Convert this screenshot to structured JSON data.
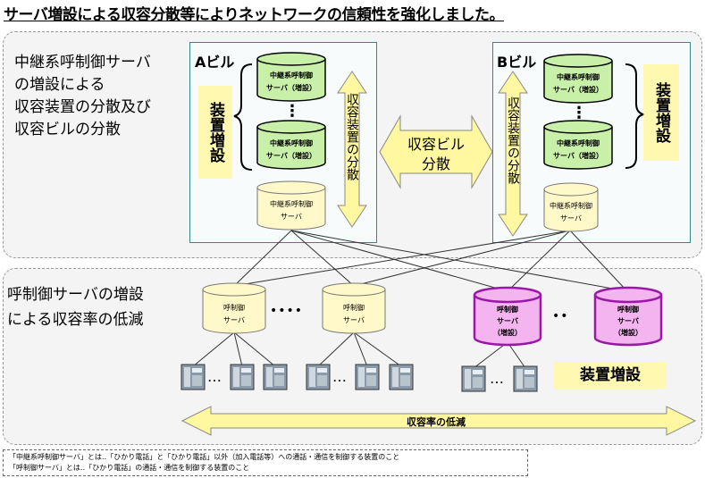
{
  "title": "サーバ増設による収容分散等によりネットワークの信頼性を強化しました。",
  "top_panel": {
    "description_lines": [
      "中継系呼制御サーバ",
      "の増設による",
      "収容装置の分散及び",
      "収容ビルの分散"
    ],
    "building_a": "Aビル",
    "building_b": "Bビル",
    "expansion_label": "装置増設",
    "added_server_line1": "中継系呼制御",
    "added_server_line2": "サーバ（増設）",
    "existing_server_line1": "中継系呼制御",
    "existing_server_line2": "サーバ",
    "vertical_arrow_label": "収容装置の分散",
    "center_arrow_line1": "収容ビル",
    "center_arrow_line2": "分散",
    "vertical_dots": "⋮"
  },
  "bottom_panel": {
    "description_lines": [
      "呼制御サーバの増設",
      "による収容率の低減"
    ],
    "server_line1": "呼制御",
    "server_line2": "サーバ",
    "added_line1": "呼制御",
    "added_line2": "サーバ",
    "added_line3": "（増設）",
    "dots_wide": "••••",
    "dots_narrow": "••",
    "phone_dots": "…",
    "expansion_label": "装置増設",
    "bottom_arrow_label": "収容率の低減"
  },
  "footnote": [
    "「中継系呼制御サーバ」とは‥「ひかり電話」と「ひかり電話」以外（加入電話等）への通話・通信を制御する装置のこと",
    "「呼制御サーバ」とは‥「ひかり電話」の通話・通信を制御する装置のこと"
  ],
  "colors": {
    "panel_bg": "#f4f4f4",
    "added_server_fill": "#c8f0a8",
    "existing_server_fill": "#fff8c8",
    "added_call_server_fill": "#f4b4f0",
    "added_call_server_stroke": "#9a18a8",
    "arrow_fill": "#fff8a0",
    "label_box_fill": "#fff8b0",
    "building_border": "#2b8a8a"
  }
}
